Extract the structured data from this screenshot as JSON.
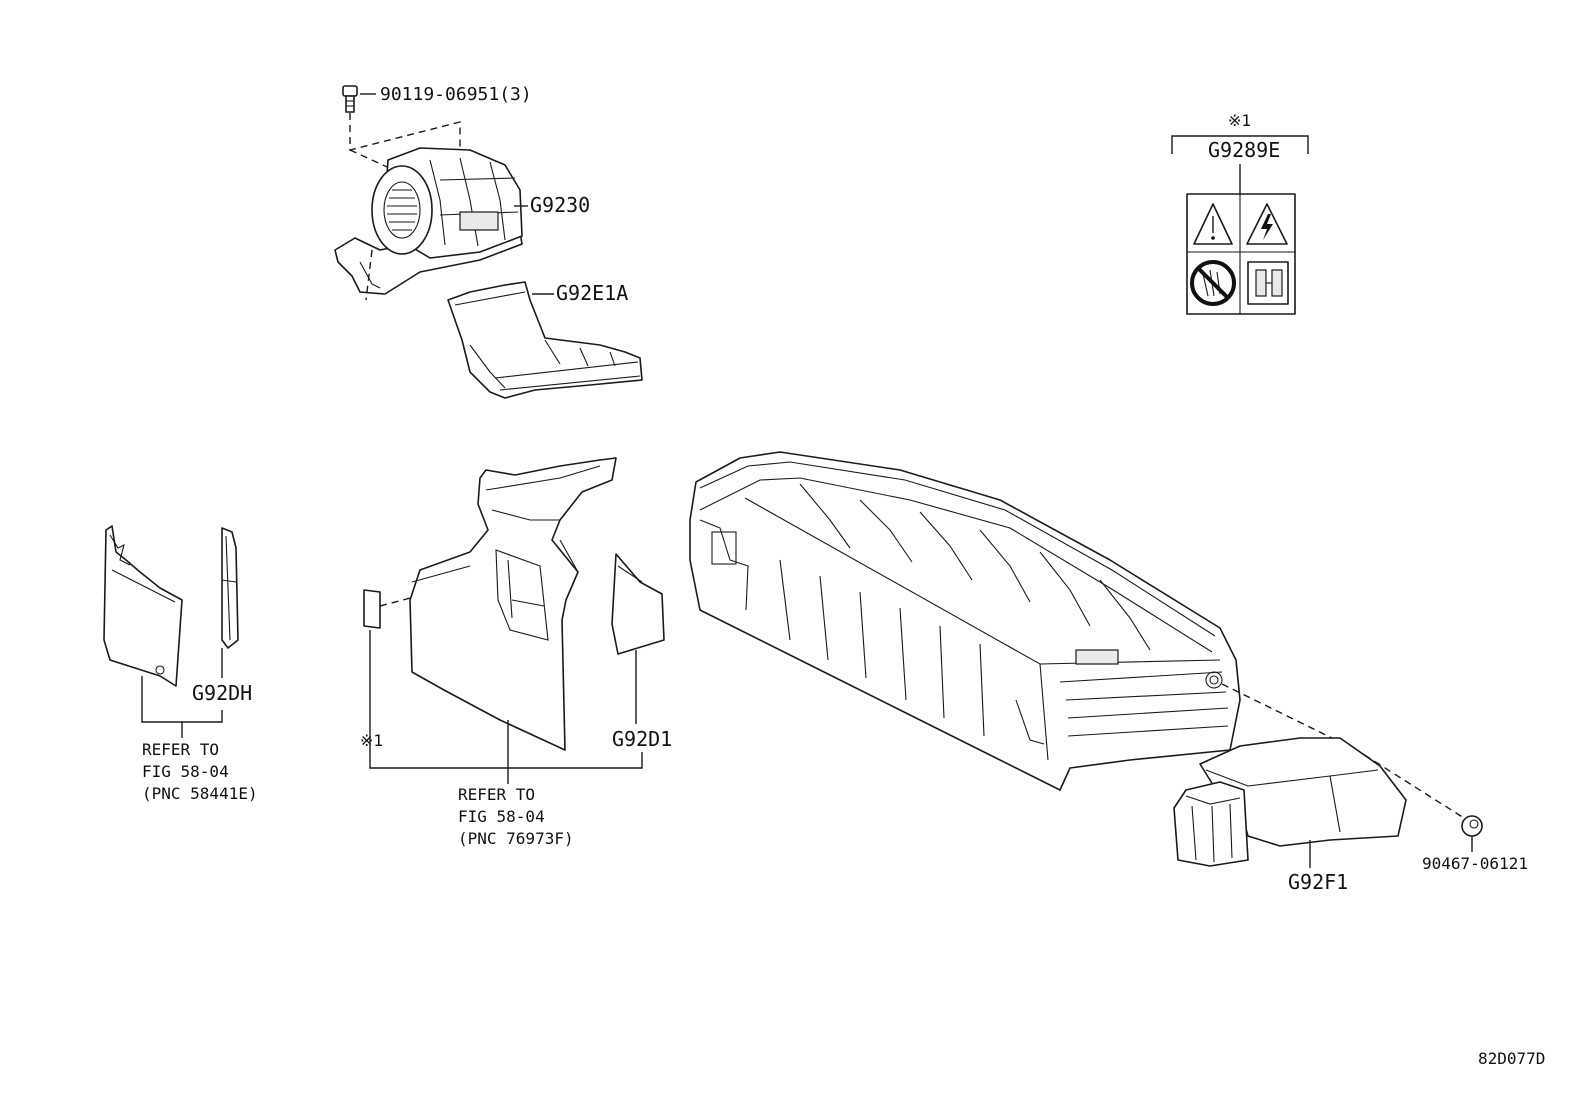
{
  "callouts": {
    "bolt": "90119-06951(3)",
    "blower": "G9230",
    "duct": "G92E1A",
    "label": "G9289E",
    "label_note": "※1",
    "left_cover": "G92DH",
    "center_note": "※1",
    "center_cover": "G92D1",
    "battery_cover": "G92F1",
    "clip": "90467-06121"
  },
  "references": {
    "left": [
      "REFER TO",
      "FIG 58-04",
      "(PNC 58441E)"
    ],
    "center": [
      "REFER TO",
      "FIG 58-04",
      "(PNC 76973F)"
    ]
  },
  "diagram_code": "82D077D"
}
